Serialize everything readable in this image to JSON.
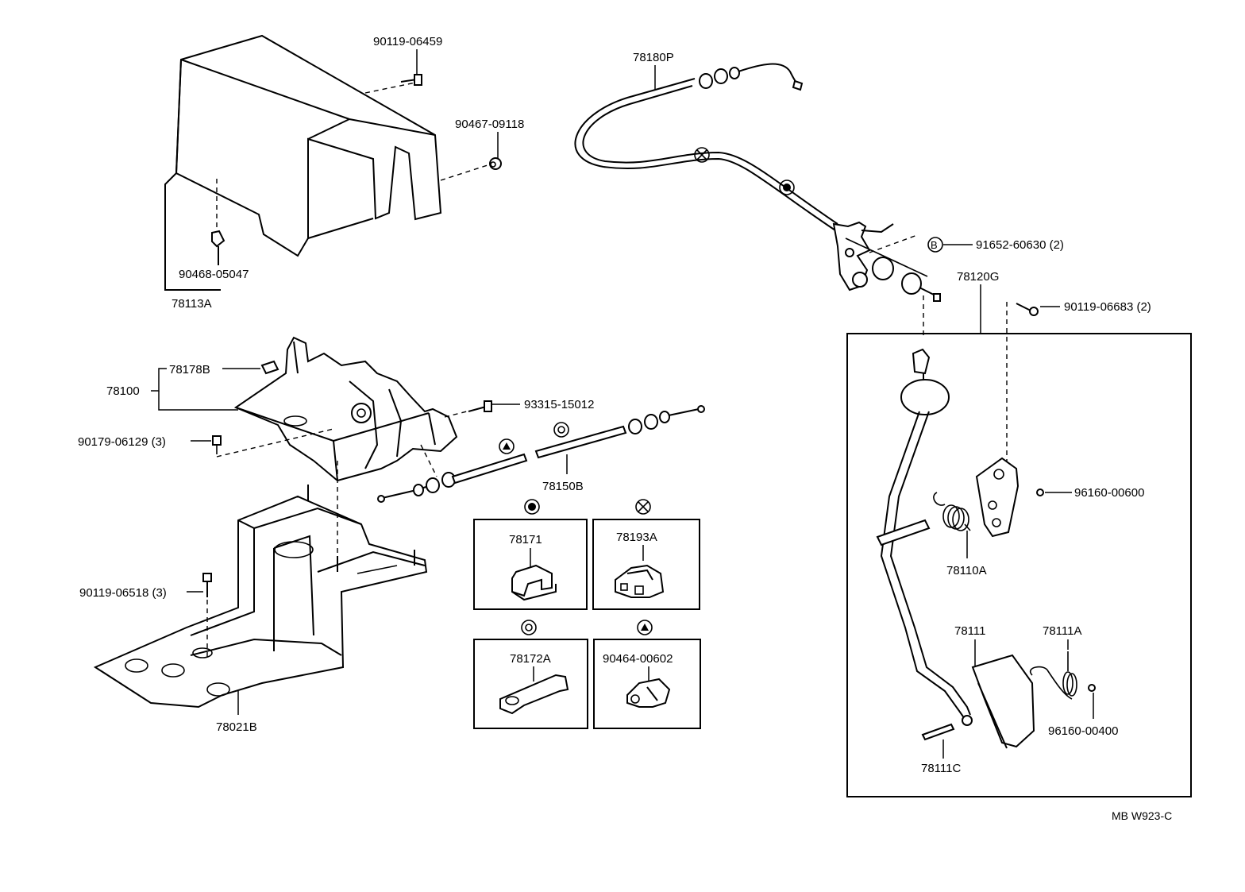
{
  "labels": {
    "p90119_06459": "90119-06459",
    "p90467_09118": "90467-09118",
    "p90468_05047": "90468-05047",
    "p78113A": "78113A",
    "p78180P": "78180P",
    "p91652_60630": "91652-60630 (2)",
    "p78120G": "78120G",
    "p90119_06683": "90119-06683 (2)",
    "p78178B": "78178B",
    "p78100": "78100",
    "p93315_15012": "93315-15012",
    "p90179_06129": "90179-06129 (3)",
    "p78150B": "78150B",
    "p96160_00600": "96160-00600",
    "p78110A": "78110A",
    "p90119_06518": "90119-06518 (3)",
    "p78171": "78171",
    "p78193A": "78193A",
    "p78172A": "78172A",
    "p90464_00602": "90464-00602",
    "p78111": "78111",
    "p78111A": "78111A",
    "p96160_00400": "96160-00400",
    "p78111C": "78111C",
    "p78021B": "78021B",
    "ref_code": "MB W923-C",
    "marker_b": "B"
  },
  "icons": {
    "filled_circle": "filled-circle-marker-icon",
    "cross_circle": "cross-circle-marker-icon",
    "ring_circle": "ring-circle-marker-icon",
    "triangle_circle": "triangle-circle-marker-icon",
    "letter_circle": "letter-b-circle-marker-icon"
  },
  "colors": {
    "line": "#000000",
    "background": "#ffffff"
  }
}
